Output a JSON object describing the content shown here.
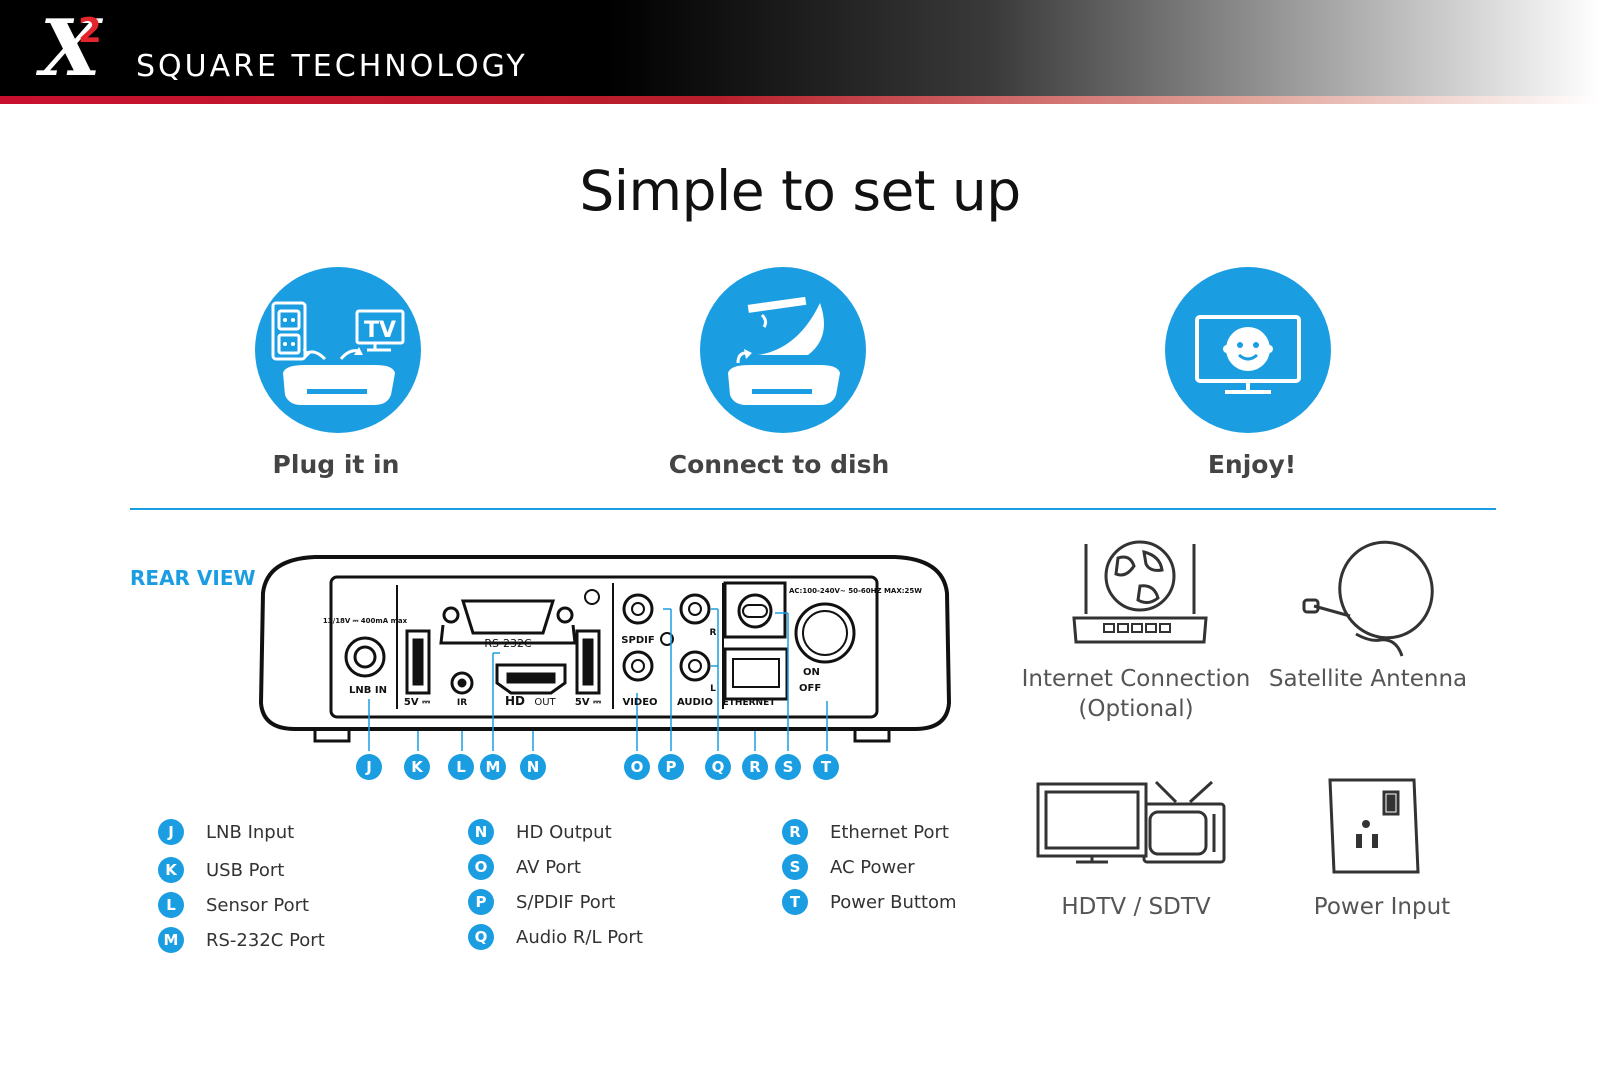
{
  "header": {
    "logo": "X",
    "logo_sup": "2",
    "brand": "SQUARE TECHNOLOGY"
  },
  "title": "Simple to set up",
  "steps": [
    {
      "label": "Plug it in",
      "icon": "outlet-tv-box-icon"
    },
    {
      "label": "Connect to dish",
      "icon": "satellite-dish-icon"
    },
    {
      "label": "Enjoy!",
      "icon": "smiley-tv-icon"
    }
  ],
  "rear_view": {
    "label": "REAR VIEW",
    "panel_text": {
      "lnb_spec": "13/18V ⎓ 400mA max",
      "lnb_in": "LNB IN",
      "usb_left": "5V ⎓",
      "ir": "IR",
      "rs232c": "RS-232C",
      "hd": "HD",
      "out": "OUT",
      "usb_right": "5V ⎓",
      "spdif": "SPDIF",
      "video": "VIDEO",
      "audio": "AUDIO",
      "r": "R",
      "l": "L",
      "ethernet": "ETHERNET",
      "ac_spec": "AC:100-240V~ 50-60HZ MAX:25W",
      "on": "ON",
      "off": "OFF"
    },
    "callouts": [
      "J",
      "K",
      "L",
      "M",
      "N",
      "O",
      "P",
      "Q",
      "R",
      "S",
      "T"
    ]
  },
  "legend": [
    {
      "letter": "J",
      "text": "LNB Input"
    },
    {
      "letter": "K",
      "text": "USB Port"
    },
    {
      "letter": "L",
      "text": "Sensor Port"
    },
    {
      "letter": "M",
      "text": "RS-232C Port"
    },
    {
      "letter": "N",
      "text": "HD Output"
    },
    {
      "letter": "O",
      "text": "AV Port"
    },
    {
      "letter": "P",
      "text": "S/PDIF Port"
    },
    {
      "letter": "Q",
      "text": "Audio R/L Port"
    },
    {
      "letter": "R",
      "text": "Ethernet Port"
    },
    {
      "letter": "S",
      "text": "AC Power"
    },
    {
      "letter": "T",
      "text": "Power Buttom"
    }
  ],
  "devices": [
    {
      "line1": "Internet Connection",
      "line2": "(Optional)",
      "icon": "router-globe-icon"
    },
    {
      "line1": "Satellite Antenna",
      "icon": "satellite-antenna-icon"
    },
    {
      "line1": "HDTV / SDTV",
      "icon": "hdtv-sdtv-icon"
    },
    {
      "line1": "Power Input",
      "icon": "power-outlet-icon"
    }
  ],
  "colors": {
    "accent": "#1b9de2",
    "brand_red": "#c8102e"
  }
}
